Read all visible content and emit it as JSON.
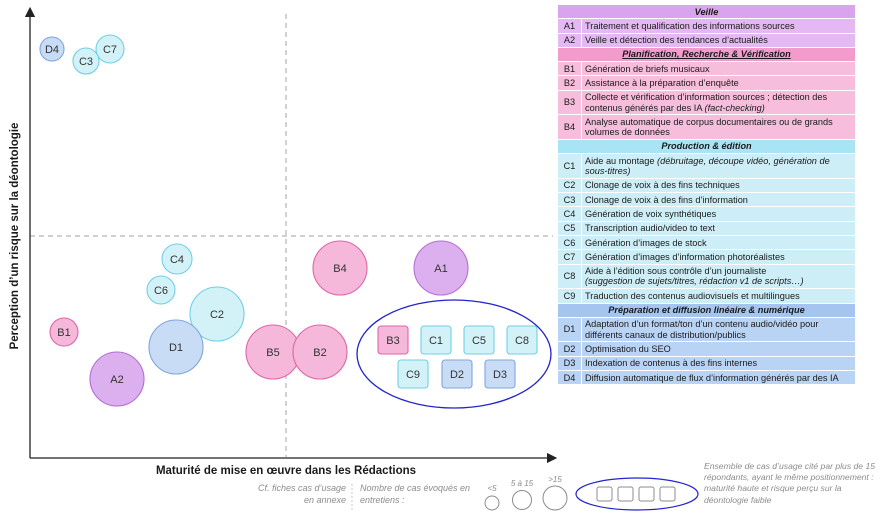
{
  "axes": {
    "xlabel": "Maturité de mise en œuvre dans les Rédactions",
    "ylabel": "Perception d’un risque sur la déontologie"
  },
  "colors": {
    "veille_fill": "#dcb0ef",
    "veille_stroke": "#b56fd8",
    "plan_fill": "#f6b8da",
    "plan_stroke": "#e064a8",
    "prod_fill": "#d3f2f8",
    "prod_stroke": "#6fd0e6",
    "diff_fill": "#c8dcf6",
    "diff_stroke": "#7fa6dd",
    "cluster_stroke": "#2323d0"
  },
  "chart_data": {
    "type": "scatter",
    "x_meaning": "maturité",
    "y_meaning": "risque déontologique",
    "points": [
      {
        "id": "D4",
        "group": "diff",
        "size": "<5"
      },
      {
        "id": "C7",
        "group": "prod",
        "size": "<5"
      },
      {
        "id": "C3",
        "group": "prod",
        "size": "<5"
      },
      {
        "id": "C4",
        "group": "prod",
        "size": "<5"
      },
      {
        "id": "C6",
        "group": "prod",
        "size": "<5"
      },
      {
        "id": "B1",
        "group": "plan",
        "size": "<5"
      },
      {
        "id": "C2",
        "group": "prod",
        "size": ">15"
      },
      {
        "id": "D1",
        "group": "diff",
        "size": ">15"
      },
      {
        "id": "A2",
        "group": "veille",
        "size": ">15"
      },
      {
        "id": "B4",
        "group": "plan",
        "size": ">15"
      },
      {
        "id": "A1",
        "group": "veille",
        "size": ">15"
      },
      {
        "id": "B5",
        "group": "plan",
        "size": ">15"
      },
      {
        "id": "B2",
        "group": "plan",
        "size": ">15"
      }
    ],
    "cluster": [
      "B3",
      "C1",
      "C5",
      "C8",
      "C9",
      "D2",
      "D3"
    ]
  },
  "legend": [
    {
      "kind": "head",
      "group": "veille",
      "title": "Veille"
    },
    {
      "kind": "row",
      "group": "veille",
      "code": "A1",
      "text": "Traitement et qualification des informations sources",
      "note": ""
    },
    {
      "kind": "row",
      "group": "veille",
      "code": "A2",
      "text": "Veille et détection des tendances d’actualités",
      "note": ""
    },
    {
      "kind": "head",
      "group": "plan",
      "title": "Planification, Recherche  & Vérification",
      "underline": true
    },
    {
      "kind": "row",
      "group": "plan",
      "code": "B1",
      "text": "Génération de briefs musicaux",
      "note": ""
    },
    {
      "kind": "row",
      "group": "plan",
      "code": "B2",
      "text": "Assistance à la préparation d’enquête",
      "note": ""
    },
    {
      "kind": "row",
      "group": "plan",
      "code": "B3",
      "text": "Collecte et vérification d’information sources ; détection des contenus générés par des IA",
      "note": "(fact-checking)"
    },
    {
      "kind": "row",
      "group": "plan",
      "code": "B4",
      "text": "Analyse automatique de corpus documentaires ou de grands volumes de données",
      "note": ""
    },
    {
      "kind": "head",
      "group": "prod",
      "title": "Production & édition"
    },
    {
      "kind": "row",
      "group": "prod",
      "code": "C1",
      "text": "Aide au montage",
      "note": "(débruitage, découpe vidéo, génération de sous-titres)"
    },
    {
      "kind": "row",
      "group": "prod",
      "code": "C2",
      "text": "Clonage de voix à des fins techniques",
      "note": ""
    },
    {
      "kind": "row",
      "group": "prod",
      "code": "C3",
      "text": "Clonage de voix à des fins d’information",
      "note": ""
    },
    {
      "kind": "row",
      "group": "prod",
      "code": "C4",
      "text": "Génération de voix synthétiques",
      "note": ""
    },
    {
      "kind": "row",
      "group": "prod",
      "code": "C5",
      "text": "Transcription audio/video to text",
      "note": ""
    },
    {
      "kind": "row",
      "group": "prod",
      "code": "C6",
      "text": "Génération d’images de stock",
      "note": ""
    },
    {
      "kind": "row",
      "group": "prod",
      "code": "C7",
      "text": "Génération d’images d’information photoréalistes",
      "note": ""
    },
    {
      "kind": "row",
      "group": "prod",
      "code": "C8",
      "text": "Aide à l’édition sous contrôle d’un journaliste",
      "note": "(suggestion de sujets/titres, rédaction v1 de scripts…)",
      "note_newline": true
    },
    {
      "kind": "row",
      "group": "prod",
      "code": "C9",
      "text": "Traduction des contenus audiovisuels et multilingues",
      "note": ""
    },
    {
      "kind": "head",
      "group": "diff",
      "title": "Préparation et diffusion linéaire & numérique"
    },
    {
      "kind": "row",
      "group": "diff",
      "code": "D1",
      "text": "Adaptation d’un format/ton d’un contenu audio/vidéo pour différents canaux de distribution/publics",
      "note": ""
    },
    {
      "kind": "row",
      "group": "diff",
      "code": "D2",
      "text": "Optimisation du SEO",
      "note": ""
    },
    {
      "kind": "row",
      "group": "diff",
      "code": "D3",
      "text": "Indexation de contenus à des fins internes",
      "note": ""
    },
    {
      "kind": "row",
      "group": "diff",
      "code": "D4",
      "text": "Diffusion automatique de flux d’information générés par des IA",
      "note": ""
    }
  ],
  "footer": {
    "cf_note": "Cf. fiches cas d’usage en annexe",
    "count_label": "Nombre de cas évoqués en entretiens :",
    "size_lt5": "<5",
    "size_mid": "5 à 15",
    "size_gt15": ">15",
    "cluster_note": "Ensemble de cas d’usage cité par plus de 15 répondants, ayant le même positionnement : maturité haute et risque perçu sur la déontologie faible"
  }
}
